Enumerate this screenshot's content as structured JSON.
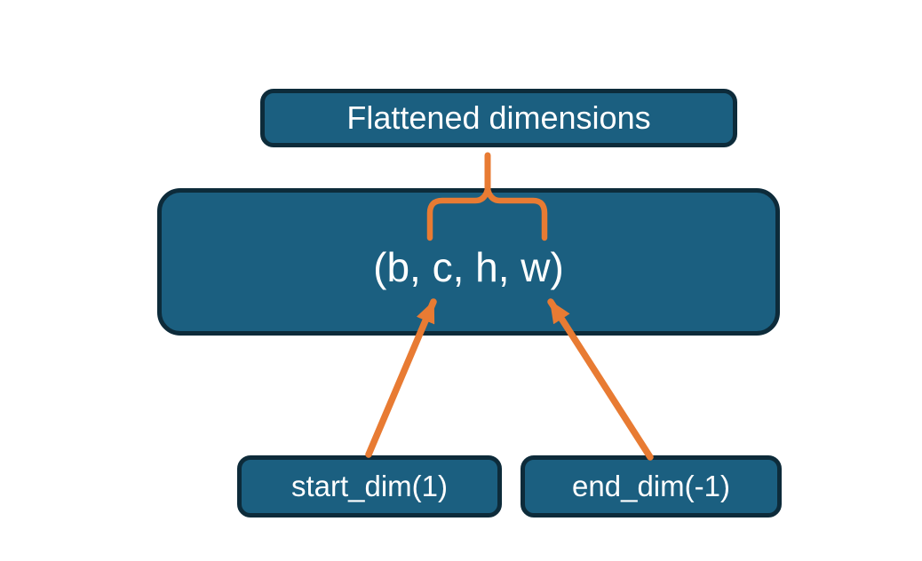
{
  "colors": {
    "background": "#FFFFFF",
    "box_fill": "#1B5F80",
    "box_border": "#0D2B3A",
    "accent_orange": "#E87B33",
    "text": "#FFFFFF"
  },
  "boxes": {
    "flattened": {
      "label": "Flattened dimensions"
    },
    "tensor": {
      "label": "(b, c, h, w)"
    },
    "start_dim": {
      "label": "start_dim(1)"
    },
    "end_dim": {
      "label": "end_dim(-1)"
    }
  }
}
